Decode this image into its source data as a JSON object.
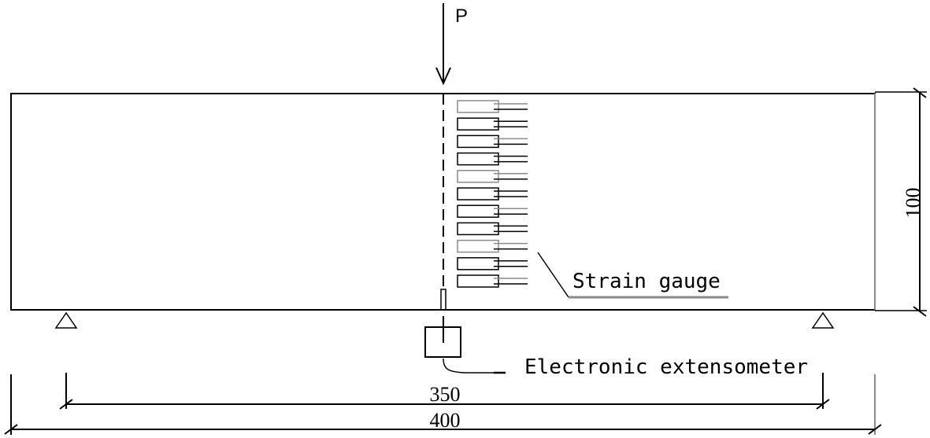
{
  "labels": {
    "load": "P",
    "strain_gauge": "Strain gauge",
    "extensometer": "Electronic extensometer"
  },
  "dimensions": {
    "height": "100",
    "span": "350",
    "length": "400"
  },
  "strain_gauge_count": 11,
  "colors": {
    "line": "#000000",
    "gray": "#8a8a8a"
  }
}
